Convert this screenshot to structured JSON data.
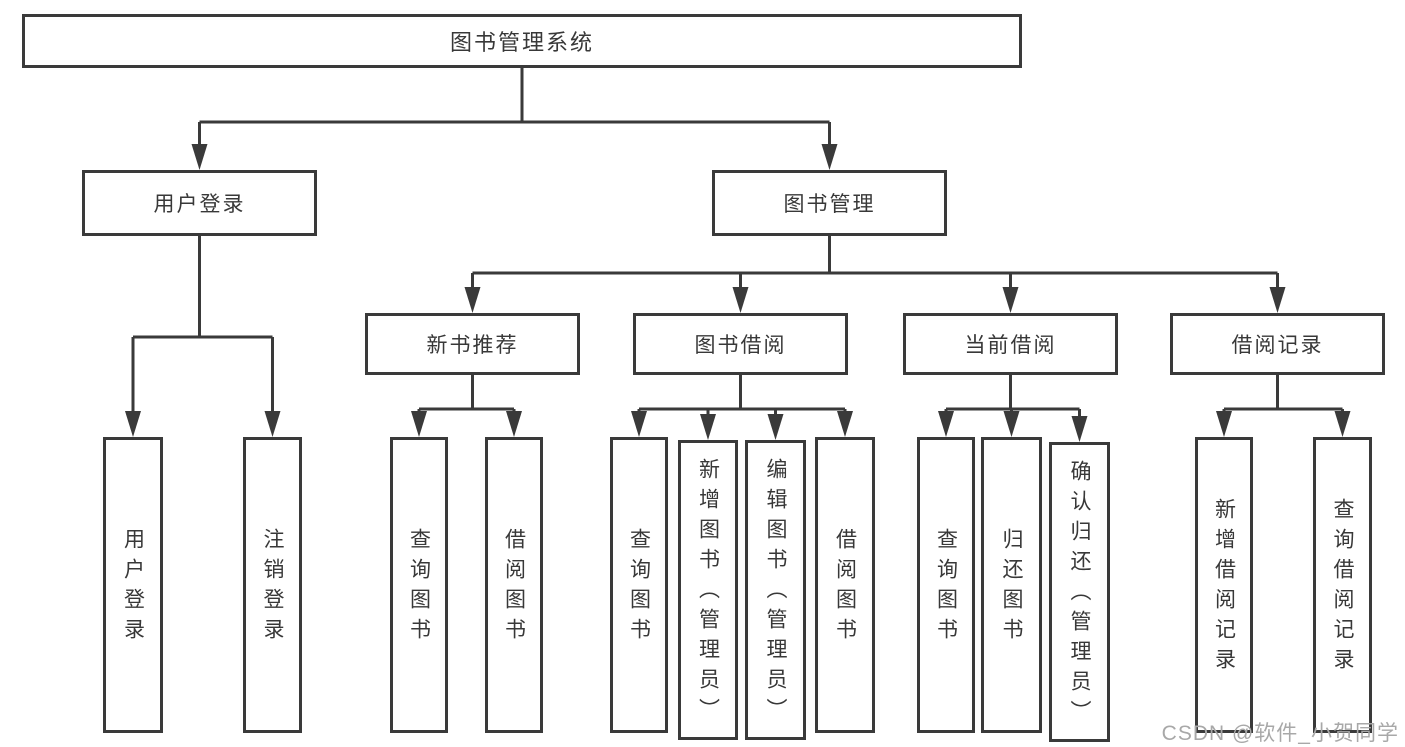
{
  "colors": {
    "line": "#3a3a3a",
    "border": "#3a3a3a",
    "text": "#383838",
    "background": "#ffffff",
    "watermark": "#a8a8a8"
  },
  "watermark": {
    "text": "CSDN @软件_小贺同学"
  },
  "tree": {
    "label": "图书管理系统",
    "children": [
      {
        "label": "用户登录",
        "children": [
          {
            "label": "用户登录"
          },
          {
            "label": "注销登录"
          }
        ]
      },
      {
        "label": "图书管理",
        "children": [
          {
            "label": "新书推荐",
            "children": [
              {
                "label": "查询图书"
              },
              {
                "label": "借阅图书"
              }
            ]
          },
          {
            "label": "图书借阅",
            "children": [
              {
                "label": "查询图书"
              },
              {
                "label": "新增图书（管理员）"
              },
              {
                "label": "编辑图书（管理员）"
              },
              {
                "label": "借阅图书"
              }
            ]
          },
          {
            "label": "当前借阅",
            "children": [
              {
                "label": "查询图书"
              },
              {
                "label": "归还图书"
              },
              {
                "label": "确认归还（管理员）"
              }
            ]
          },
          {
            "label": "借阅记录",
            "children": [
              {
                "label": "新增借阅记录"
              },
              {
                "label": "查询借阅记录"
              }
            ]
          }
        ]
      }
    ]
  }
}
